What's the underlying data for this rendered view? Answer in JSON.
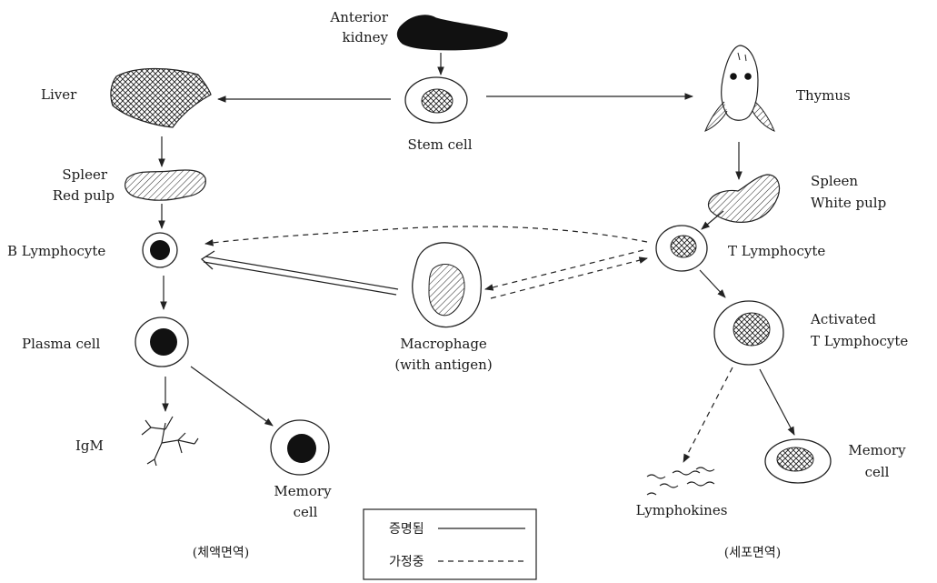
{
  "labels": {
    "anterior_kidney": [
      "Anterior",
      "kidney"
    ],
    "stem_cell": "Stem cell",
    "liver": "Liver",
    "thymus": "Thymus",
    "spleen_red_pulp": [
      "Spleer",
      "Red pulp"
    ],
    "spleen_white_pulp": [
      "Spleen",
      "White pulp"
    ],
    "b_lymphocyte": "B Lymphocyte",
    "t_lymphocyte": "T Lymphocyte",
    "macrophage": [
      "Macrophage",
      "(with antigen)"
    ],
    "plasma_cell": "Plasma cell",
    "activated_t_lymphocyte": [
      "Activated",
      "T Lymphocyte"
    ],
    "igm": "IgM",
    "memory_cell_b": [
      "Memory",
      "cell"
    ],
    "memory_cell_t": [
      "Memory",
      "cell"
    ],
    "lymphokines": "Lymphokines",
    "humoral_immunity": "(체액면역)",
    "cellular_immunity": "(세포면역)"
  },
  "legend": {
    "proven": "증명됨",
    "hypothesized": "가정중"
  }
}
